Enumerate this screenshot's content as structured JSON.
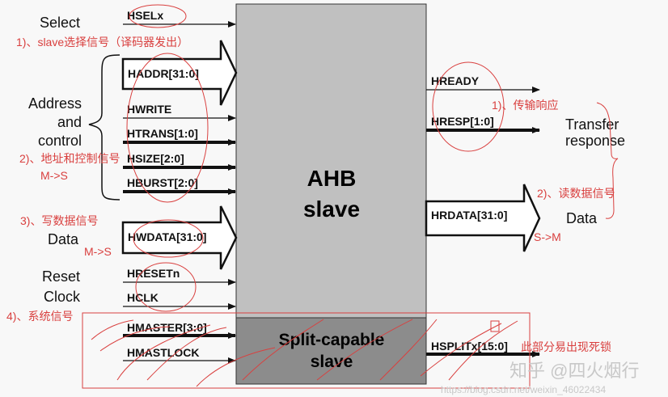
{
  "slave": {
    "line1": "AHB",
    "line2": "slave",
    "split_line1": "Split-capable",
    "split_line2": "slave"
  },
  "groups": {
    "select": "Select",
    "address1": "Address",
    "address2": "and",
    "address3": "control",
    "data_in": "Data",
    "reset": "Reset",
    "clock": "Clock",
    "transfer1": "Transfer",
    "transfer2": "response",
    "data_out": "Data"
  },
  "inputs": {
    "hselx": "HSELx",
    "haddr": "HADDR[31:0]",
    "hwrite": "HWRITE",
    "htrans": "HTRANS[1:0]",
    "hsize": "HSIZE[2:0]",
    "hburst": "HBURST[2:0]",
    "hwdata": "HWDATA[31:0]",
    "hresetn": "HRESETn",
    "hclk": "HCLK",
    "hmaster": "HMASTER[3:0]",
    "hmastlock": "HMASTLOCK"
  },
  "outputs": {
    "hready": "HREADY",
    "hresp": "HRESP[1:0]",
    "hrdata": "HRDATA[31:0]",
    "hsplitx": "HSPLITx[15:0]"
  },
  "annotations": {
    "a1": "1)、slave选择信号（译码器发出）",
    "a2": "2)、地址和控制信号",
    "a2_dir": "M->S",
    "a3": "3)、写数据信号",
    "a3_dir": "M->S",
    "a4": "4)、系统信号",
    "r1": "1)、传输响应",
    "r2": "2)、读数据信号",
    "r2_dir": "S->M",
    "deadlock": "此部分易出现死锁"
  },
  "watermark": {
    "zhihu": "知乎 @四火烟行",
    "url": "https://blog.csdn.net/weixin_46022434"
  },
  "colors": {
    "annotation": "#d9403f",
    "slave_top": "#c0c0c0",
    "slave_bottom": "#8c8c8c"
  }
}
